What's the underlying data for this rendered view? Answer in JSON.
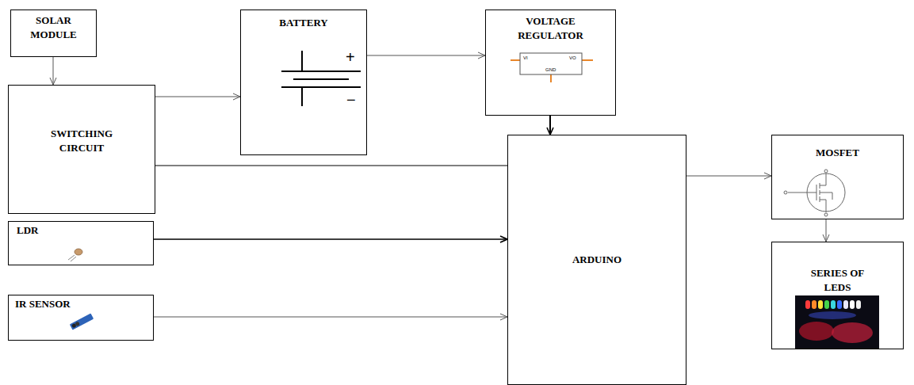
{
  "diagram": {
    "nodes": [
      {
        "text": [
          "SOLAR MODULE"
        ]
      },
      {
        "text": [
          "SWITCHING CIRCUIT"
        ]
      },
      {
        "text": [
          "BATTERY"
        ]
      },
      {
        "text": [
          "VOLTAGE REGULATOR"
        ]
      },
      {
        "text": [
          "LDR"
        ]
      },
      {
        "text": [
          "IR SENSOR"
        ]
      },
      {
        "text": [
          "ARDUINO"
        ]
      },
      {
        "text": [
          "MOSFET"
        ]
      },
      {
        "text": [
          "SERIES OF LEDS"
        ]
      }
    ],
    "edges": [
      {
        "from": 0,
        "to": 1,
        "arrow": "to"
      },
      {
        "from": 1,
        "to": 2,
        "arrow": "to"
      },
      {
        "from": 2,
        "to": 3,
        "arrow": "to"
      },
      {
        "from": 3,
        "to": 6,
        "arrow": "to"
      },
      {
        "from": 1,
        "to": 6,
        "arrow": "none"
      },
      {
        "from": 4,
        "to": 6,
        "arrow": "to"
      },
      {
        "from": 5,
        "to": 6,
        "arrow": "to"
      },
      {
        "from": 6,
        "to": 7,
        "arrow": "to"
      },
      {
        "from": 7,
        "to": 8,
        "arrow": "to"
      }
    ],
    "labels": [
      "+",
      "−",
      "VI",
      "VO",
      "GND"
    ]
  }
}
